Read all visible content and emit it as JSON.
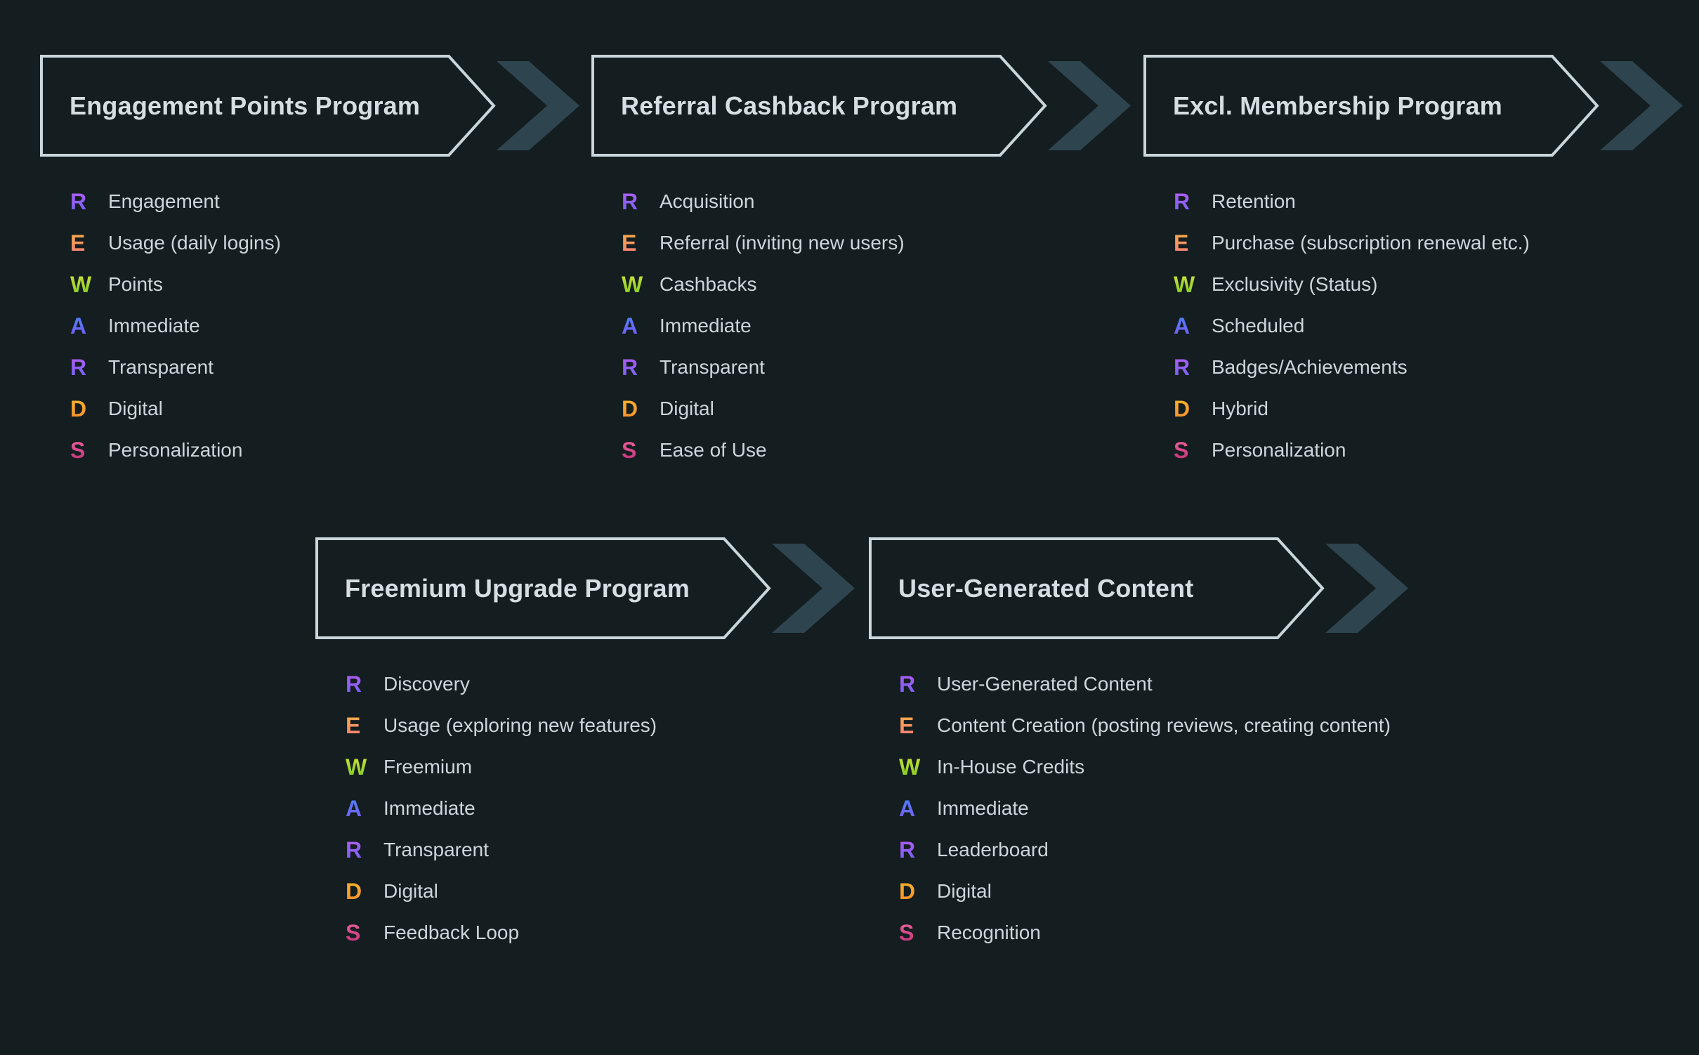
{
  "colors": {
    "background": "#141d1f",
    "outline": "#c9d6dc",
    "title": "#d6dee3",
    "label": "#ccd6dc",
    "chevron": "#2e4550",
    "letter_gradients": {
      "R": [
        "#b25cf2",
        "#7263f5"
      ],
      "E": [
        "#f6ae45",
        "#f97f79"
      ],
      "W": [
        "#cfe23c",
        "#7ecb23"
      ],
      "A": [
        "#4a80f4",
        "#7a5cf7"
      ],
      "D": [
        "#f7b32c",
        "#f98f2e"
      ],
      "S": [
        "#ef639f",
        "#c03179"
      ]
    }
  },
  "programs": [
    {
      "title": "Engagement Points Program",
      "items": [
        {
          "letter": "R",
          "label": "Engagement"
        },
        {
          "letter": "E",
          "label": "Usage (daily logins)"
        },
        {
          "letter": "W",
          "label": "Points"
        },
        {
          "letter": "A",
          "label": "Immediate"
        },
        {
          "letter": "R",
          "label": "Transparent"
        },
        {
          "letter": "D",
          "label": "Digital"
        },
        {
          "letter": "S",
          "label": "Personalization"
        }
      ]
    },
    {
      "title": "Referral Cashback Program",
      "items": [
        {
          "letter": "R",
          "label": "Acquisition"
        },
        {
          "letter": "E",
          "label": "Referral (inviting new users)"
        },
        {
          "letter": "W",
          "label": "Cashbacks"
        },
        {
          "letter": "A",
          "label": "Immediate"
        },
        {
          "letter": "R",
          "label": "Transparent"
        },
        {
          "letter": "D",
          "label": "Digital"
        },
        {
          "letter": "S",
          "label": "Ease of Use"
        }
      ]
    },
    {
      "title": "Excl. Membership Program",
      "items": [
        {
          "letter": "R",
          "label": "Retention"
        },
        {
          "letter": "E",
          "label": "Purchase (subscription renewal etc.)"
        },
        {
          "letter": "W",
          "label": "Exclusivity (Status)"
        },
        {
          "letter": "A",
          "label": "Scheduled"
        },
        {
          "letter": "R",
          "label": "Badges/Achievements"
        },
        {
          "letter": "D",
          "label": "Hybrid"
        },
        {
          "letter": "S",
          "label": "Personalization"
        }
      ]
    },
    {
      "title": "Freemium Upgrade Program",
      "items": [
        {
          "letter": "R",
          "label": "Discovery"
        },
        {
          "letter": "E",
          "label": "Usage (exploring new features)"
        },
        {
          "letter": "W",
          "label": "Freemium"
        },
        {
          "letter": "A",
          "label": "Immediate"
        },
        {
          "letter": "R",
          "label": "Transparent"
        },
        {
          "letter": "D",
          "label": "Digital"
        },
        {
          "letter": "S",
          "label": "Feedback Loop"
        }
      ]
    },
    {
      "title": "User-Generated Content",
      "items": [
        {
          "letter": "R",
          "label": "User-Generated Content"
        },
        {
          "letter": "E",
          "label": "Content Creation (posting reviews, creating content)"
        },
        {
          "letter": "W",
          "label": "In-House Credits"
        },
        {
          "letter": "A",
          "label": "Immediate"
        },
        {
          "letter": "R",
          "label": "Leaderboard"
        },
        {
          "letter": "D",
          "label": "Digital"
        },
        {
          "letter": "S",
          "label": "Recognition"
        }
      ]
    }
  ]
}
